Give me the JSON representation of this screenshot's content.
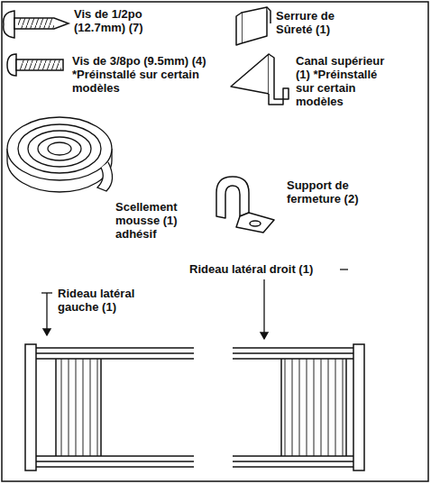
{
  "diagram": {
    "labels": [
      "Vis de 1/2po (12.7mm) (7)",
      "Serrure de Sûreté (1)",
      "Vis de 3/8po (9.5mm) (4) *Préinstallé sur certain modèles",
      "Canal supérieur (1) *Préinstallé sur certain modèles",
      "Scellement mousse (1) adhésif",
      "Support de fermeture (2)",
      "Rideau latéral droit (1)",
      "Rideau latéral gauche (1)"
    ]
  }
}
